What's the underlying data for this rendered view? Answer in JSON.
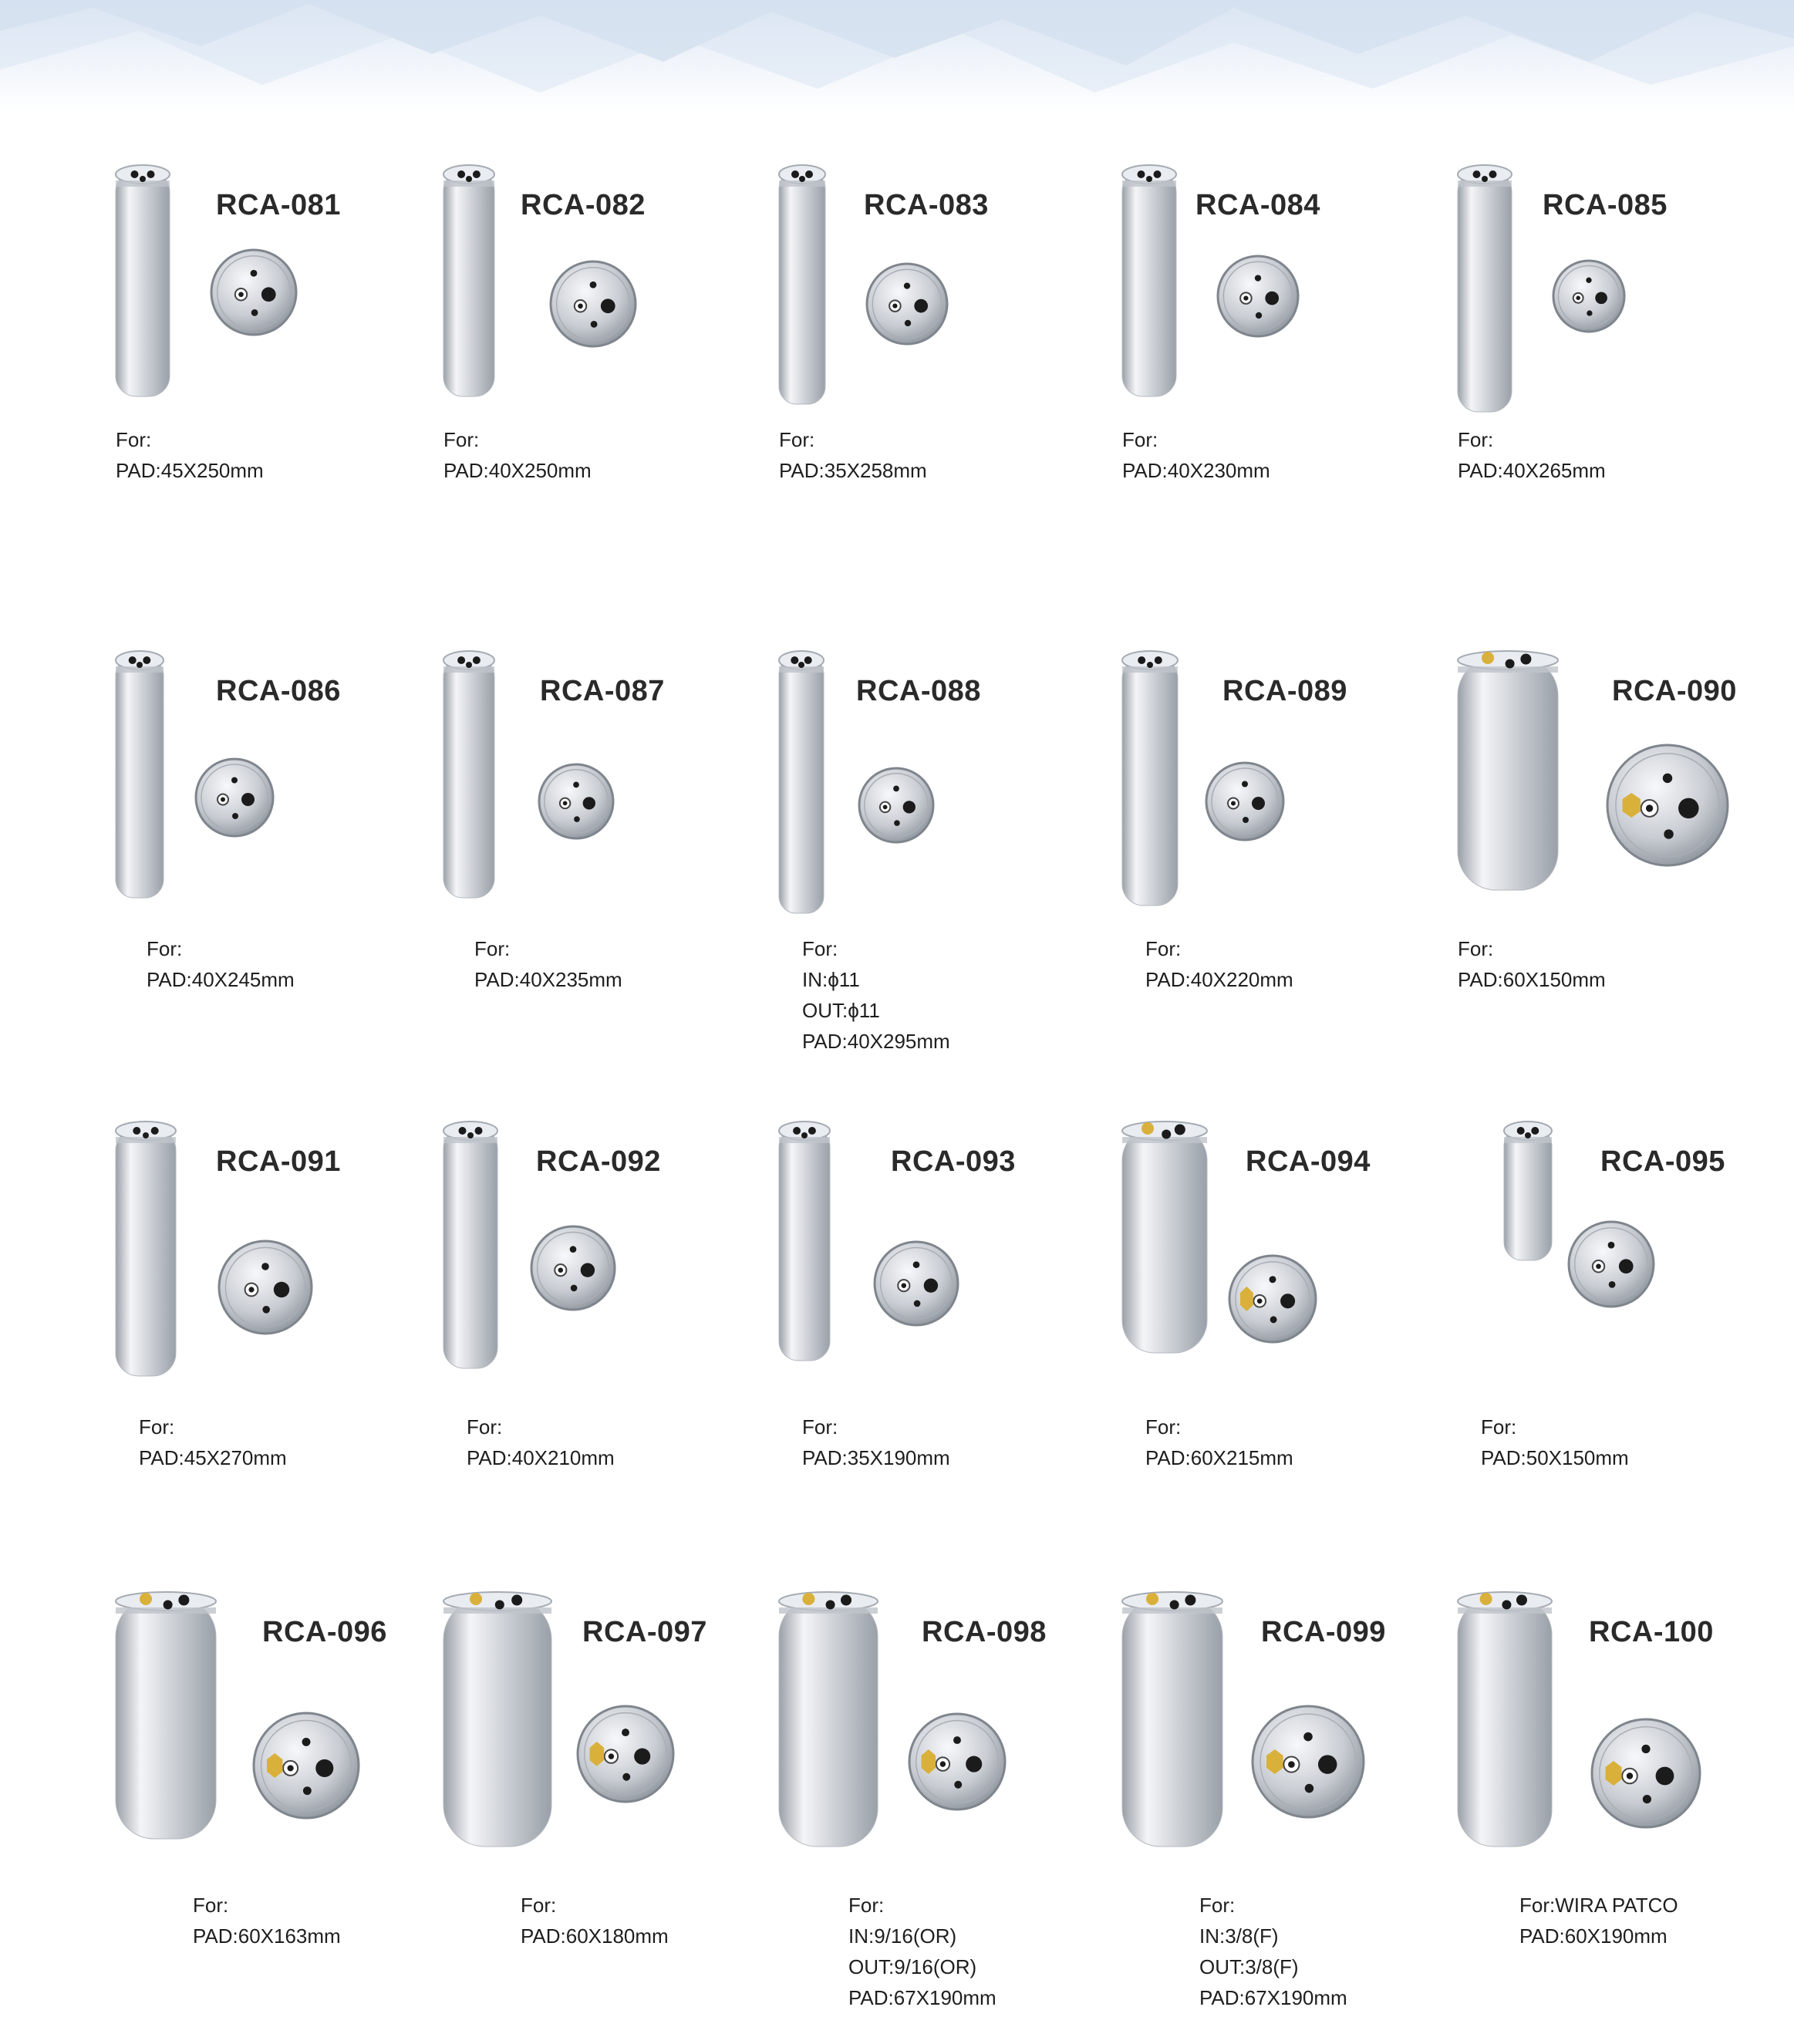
{
  "colors": {
    "metal_light": "#f4f5f7",
    "metal_mid": "#cfd3d8",
    "metal_dark": "#9aa0a8",
    "brass": "#d9b03a",
    "hole": "#1b1b1b",
    "text": "#1e1e1e"
  },
  "products": [
    {
      "code": "RCA-081",
      "lines": [
        "For:",
        "PAD:45X250mm"
      ]
    },
    {
      "code": "RCA-082",
      "lines": [
        "For:",
        "PAD:40X250mm"
      ]
    },
    {
      "code": "RCA-083",
      "lines": [
        "For:",
        "PAD:35X258mm"
      ]
    },
    {
      "code": "RCA-084",
      "lines": [
        "For:",
        "PAD:40X230mm"
      ]
    },
    {
      "code": "RCA-085",
      "lines": [
        "For:",
        "PAD:40X265mm"
      ]
    },
    {
      "code": "RCA-086",
      "lines": [
        "For:",
        "PAD:40X245mm"
      ]
    },
    {
      "code": "RCA-087",
      "lines": [
        "For:",
        "PAD:40X235mm"
      ]
    },
    {
      "code": "RCA-088",
      "lines": [
        "For:",
        "IN:ϕ11",
        "OUT:ϕ11",
        "PAD:40X295mm"
      ]
    },
    {
      "code": "RCA-089",
      "lines": [
        "For:",
        "PAD:40X220mm"
      ]
    },
    {
      "code": "RCA-090",
      "lines": [
        "For:",
        "PAD:60X150mm"
      ]
    },
    {
      "code": "RCA-091",
      "lines": [
        "For:",
        "PAD:45X270mm"
      ]
    },
    {
      "code": "RCA-092",
      "lines": [
        "For:",
        "PAD:40X210mm"
      ]
    },
    {
      "code": "RCA-093",
      "lines": [
        "For:",
        "PAD:35X190mm"
      ]
    },
    {
      "code": "RCA-094",
      "lines": [
        "For:",
        "PAD:60X215mm"
      ]
    },
    {
      "code": "RCA-095",
      "lines": [
        "For:",
        "PAD:50X150mm"
      ]
    },
    {
      "code": "RCA-096",
      "lines": [
        "For:",
        "PAD:60X163mm"
      ]
    },
    {
      "code": "RCA-097",
      "lines": [
        "For:",
        "PAD:60X180mm"
      ]
    },
    {
      "code": "RCA-098",
      "lines": [
        "For:",
        "IN:9/16(OR)",
        "OUT:9/16(OR)",
        "PAD:67X190mm"
      ]
    },
    {
      "code": "RCA-099",
      "lines": [
        "For:",
        "IN:3/8(F)",
        "OUT:3/8(F)",
        "PAD:67X190mm"
      ]
    },
    {
      "code": "RCA-100",
      "lines": [
        "For:WIRA PATCO",
        "PAD:60X190mm"
      ]
    }
  ]
}
